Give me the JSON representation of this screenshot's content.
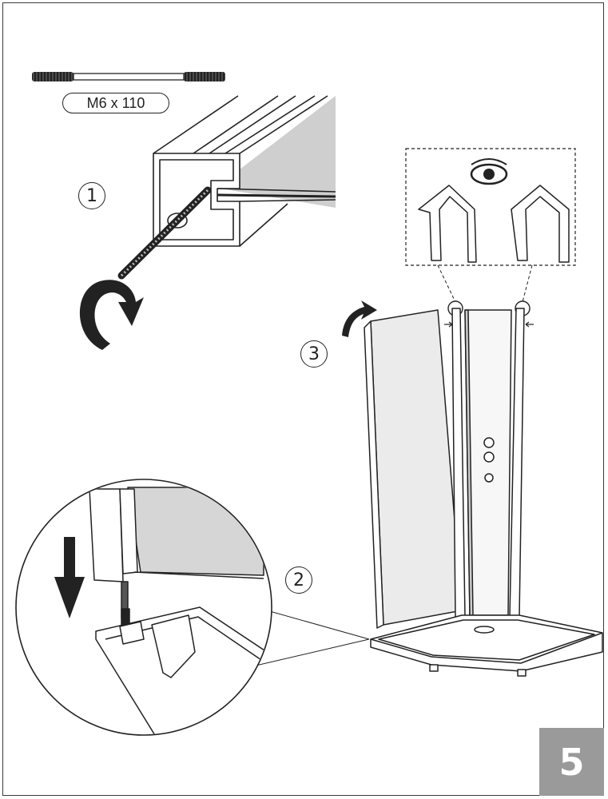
{
  "screw_spec": "M6 x 110",
  "steps": [
    {
      "label": "1"
    },
    {
      "label": "2"
    },
    {
      "label": "3"
    }
  ],
  "page_number": "5",
  "colors": {
    "line": "#222222",
    "glass": "#e6e6e6",
    "shade": "#cfcfcf",
    "badge": "#9a9a9a"
  },
  "icons": [
    "eye-icon",
    "rotate-arrow-icon",
    "down-arrow-icon",
    "curved-arrow-icon"
  ]
}
